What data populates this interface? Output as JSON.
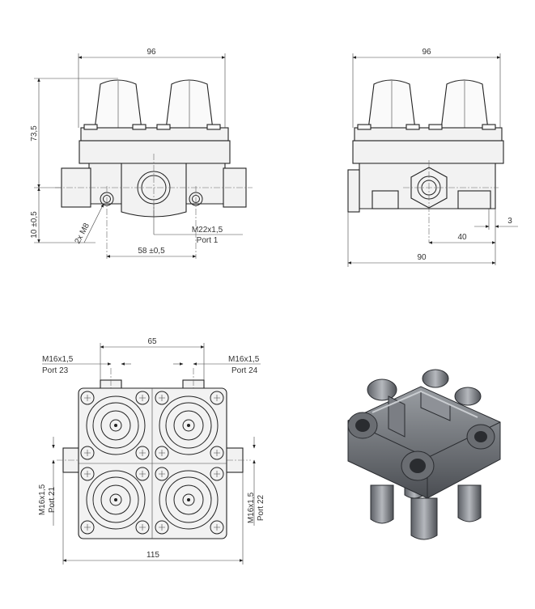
{
  "views": {
    "front": {
      "dim_width": "96",
      "dim_height": "73,5",
      "dim_offset": "10 ±0,5",
      "dim_bolt": "2x M8",
      "dim_spacing": "58 ±0,5",
      "port_thread": "M22x1,5",
      "port_name": "Port 1"
    },
    "side": {
      "dim_width": "96",
      "dim_total": "90",
      "dim_40": "40",
      "dim_3": "3"
    },
    "bottom": {
      "dim_65": "65",
      "dim_115": "115",
      "port23_thread": "M16x1,5",
      "port23_name": "Port 23",
      "port24_thread": "M16x1,5",
      "port24_name": "Port 24",
      "port21_thread": "M16x1,5",
      "port21_name": "Port 21",
      "port22_thread": "M16x1,5",
      "port22_name": "Port 22"
    },
    "iso": {}
  }
}
